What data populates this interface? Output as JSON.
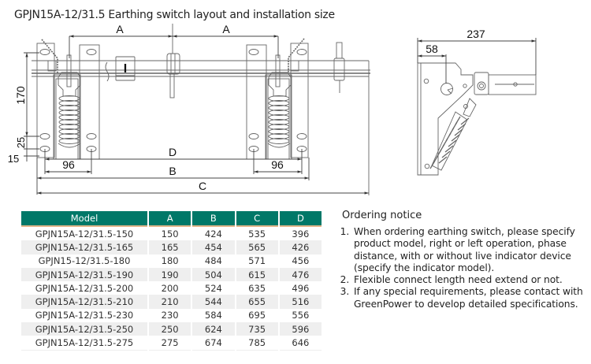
{
  "title": "GPJN15A-12/31.5 Earthing switch layout and installation size",
  "drawing": {
    "front_view": {
      "dim_A_left": "A",
      "dim_A_right": "A",
      "dim_170": "170",
      "dim_25": "25",
      "dim_15": "15",
      "dim_96_left": "96",
      "dim_96_right": "96",
      "dim_D": "D",
      "dim_B": "B",
      "dim_C": "C",
      "indicator_mark": "I"
    },
    "side_view": {
      "dim_237": "237",
      "dim_58": "58"
    },
    "line_color": "#555555"
  },
  "table": {
    "header_color": "#007868",
    "header_underline_color": "#e3b58a",
    "columns": [
      "Model",
      "A",
      "B",
      "C",
      "D"
    ],
    "rows": [
      [
        "GPJN15A-12/31.5-150",
        "150",
        "424",
        "535",
        "396"
      ],
      [
        "GPJN15A-12/31.5-165",
        "165",
        "454",
        "565",
        "426"
      ],
      [
        "GPJN15-12/31.5-180",
        "180",
        "484",
        "571",
        "456"
      ],
      [
        "GPJN15A-12/31.5-190",
        "190",
        "504",
        "615",
        "476"
      ],
      [
        "GPJN15A-12/31.5-200",
        "200",
        "524",
        "635",
        "496"
      ],
      [
        "GPJN15A-12/31.5-210",
        "210",
        "544",
        "655",
        "516"
      ],
      [
        "GPJN15A-12/31.5-230",
        "230",
        "584",
        "695",
        "556"
      ],
      [
        "GPJN15A-12/31.5-250",
        "250",
        "624",
        "735",
        "596"
      ],
      [
        "GPJN15A-12/31.5-275",
        "275",
        "674",
        "785",
        "646"
      ]
    ]
  },
  "notice": {
    "heading": "Ordering notice",
    "items": [
      "When ordering earthing switch, please specify product model, right or left operation, phase distance, with or without live indicator device (specify the indicator model).",
      "Flexible connect length need extend or not.",
      "If any special requirements, please contact with GreenPower to develop detailed specifications."
    ]
  }
}
